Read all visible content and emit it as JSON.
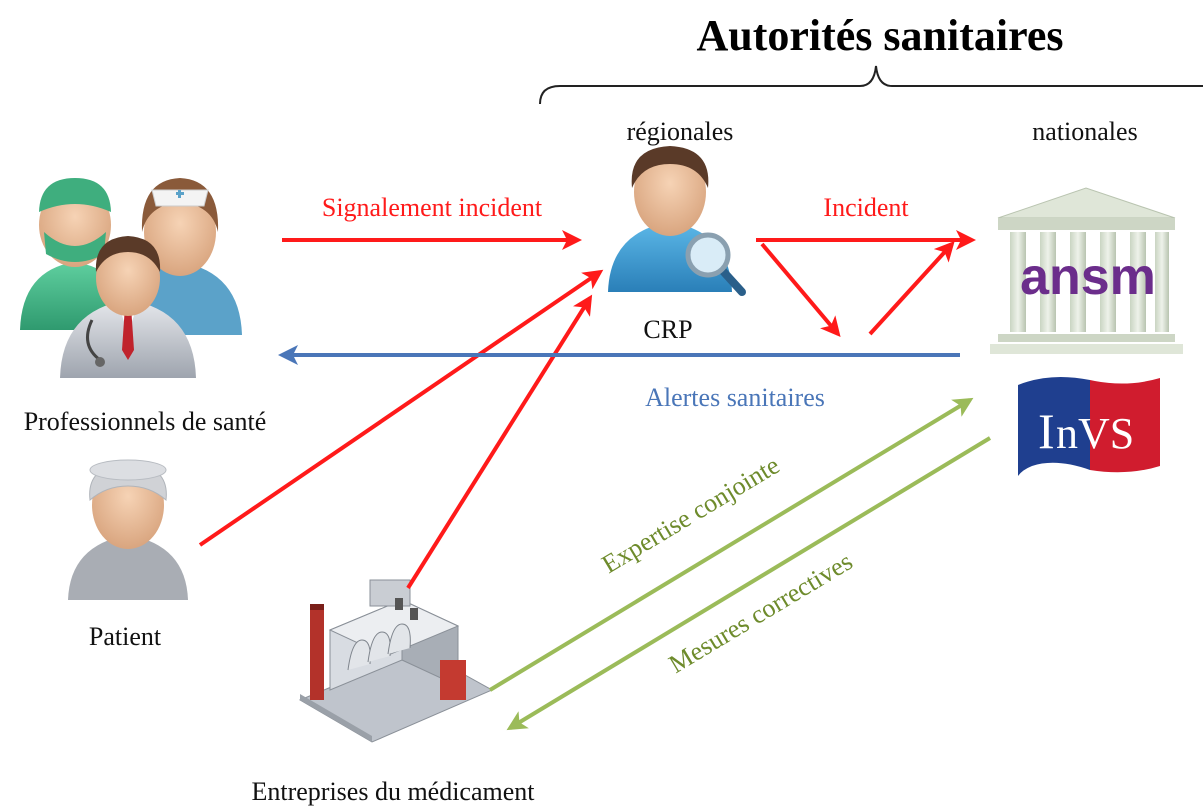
{
  "title": "Autorités sanitaires",
  "labels": {
    "regionales": "régionales",
    "nationales": "nationales",
    "crp": "CRP",
    "professionnels": "Professionnels de santé",
    "patient": "Patient",
    "entreprises": "Entreprises du médicament"
  },
  "arrows": {
    "signalement": "Signalement incident",
    "incident": "Incident",
    "alertes": "Alertes sanitaires",
    "expertise": "Expertise conjointe",
    "mesures": "Mesures correctives"
  },
  "logos": {
    "ansm": "ansm",
    "invs_i": "I",
    "invs_rest": "nVS"
  },
  "colors": {
    "red_arrow": "#ff1a1a",
    "blue_arrow": "#4a76b8",
    "green_arrow": "#9bbb59",
    "ansm_purple": "#6b2d8b",
    "invs_blue": "#1f3f8f",
    "invs_red": "#d01c2e"
  }
}
